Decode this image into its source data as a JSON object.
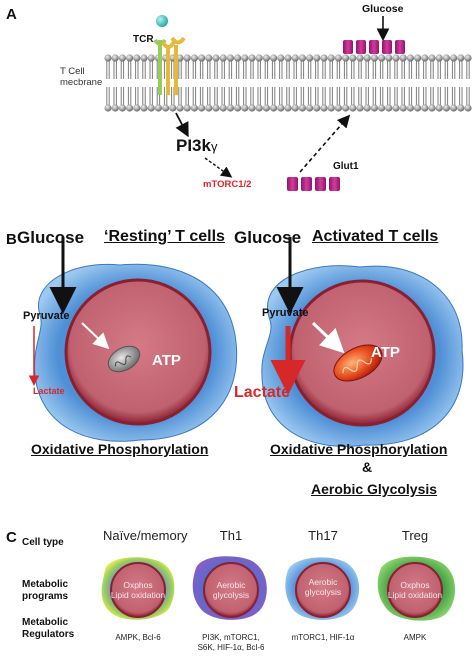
{
  "panel_a": {
    "letter": "A",
    "tcr": "TCR",
    "membrane_label_1": "T Cell",
    "membrane_label_2": "mecbrane",
    "glucose": "Glucose",
    "pi3k": "PI3k",
    "pi3k_sub": "γ",
    "mtorc": "mTORC1/2",
    "glut1": "Glut1"
  },
  "panel_b": {
    "letter": "B",
    "left": {
      "glucose": "Glucose",
      "title": "‘Resting’ T cells",
      "pyruvate": "Pyruvate",
      "lactate": "Lactate",
      "atp": "ATP",
      "caption": "Oxidative Phosphorylation"
    },
    "right": {
      "glucose": "Glucose",
      "title": "Activated T cells",
      "pyruvate": "Pyruvate",
      "lactate": "Lactate",
      "atp": "ATP",
      "caption1": "Oxidative Phosphorylation",
      "amp": "&",
      "caption2": "Aerobic Glycolysis"
    }
  },
  "panel_c": {
    "letter": "C",
    "row_labels": {
      "cell_type": "Cell type",
      "programs_1": "Metabolic",
      "programs_2": "programs",
      "regulators_1": "Metabolic",
      "regulators_2": "Regulators"
    },
    "columns": [
      {
        "cell_type": "Naïve/memory",
        "program_1": "Oxphos",
        "program_2": "Lipid oxidation",
        "reg_1": "AMPK, Bcl-6",
        "reg_2": ""
      },
      {
        "cell_type": "Th1",
        "program_1": "Aerobic",
        "program_2": "glycolysis",
        "reg_1": "PI3K, mTORC1,",
        "reg_2": "S6K, HIF-1α, Bcl-6"
      },
      {
        "cell_type": "Th17",
        "program_1": "Aerobic",
        "program_2": "glycolysis",
        "reg_1": "mTORC1, HIF-1α",
        "reg_2": ""
      },
      {
        "cell_type": "Treg",
        "program_1": "Oxphos",
        "program_2": "Lipid oxidation",
        "reg_1": "AMPK",
        "reg_2": ""
      }
    ]
  },
  "colors": {
    "membrane_gray": "#8a8a8a",
    "glut_magenta": "#c0288a",
    "nucleus_red": "#b84a5b",
    "cytoplasm_blue": "#6aa7de",
    "mtorc_red": "#e8202a",
    "lactate_red": "#d62828"
  }
}
